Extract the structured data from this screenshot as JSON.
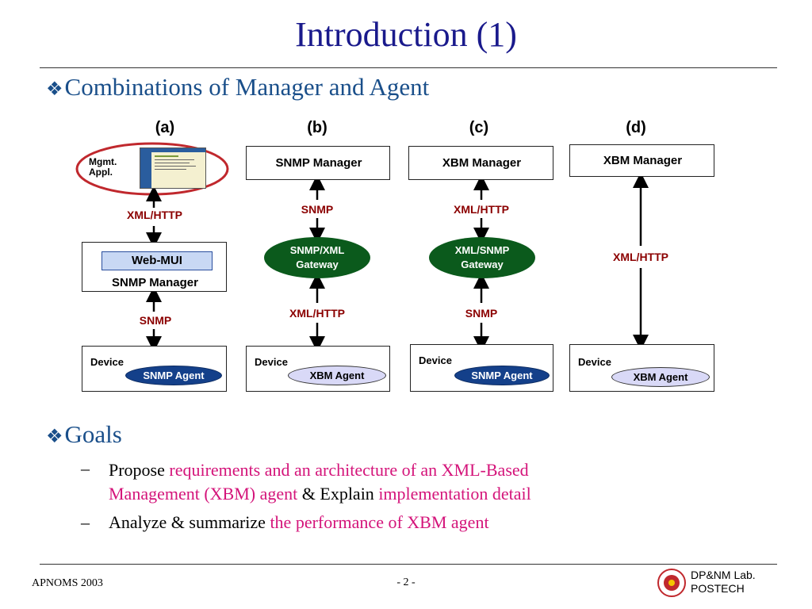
{
  "slide": {
    "title": "Introduction (1)",
    "bullet1": "Combinations of Manager and Agent",
    "bullet2": "Goals",
    "diagram": {
      "col_a": {
        "label": "(a)",
        "app_label": "Mgmt. Appl.",
        "proto_top": "XML/HTTP",
        "webmui": "Web-MUI",
        "manager": "SNMP Manager",
        "proto_bottom": "SNMP",
        "device": "Device",
        "agent": "SNMP Agent"
      },
      "col_b": {
        "label": "(b)",
        "manager": "SNMP Manager",
        "proto_top": "SNMP",
        "gateway_line1": "SNMP/XML",
        "gateway_line2": "Gateway",
        "proto_bottom": "XML/HTTP",
        "device": "Device",
        "agent": "XBM Agent"
      },
      "col_c": {
        "label": "(c)",
        "manager": "XBM Manager",
        "proto_top": "XML/HTTP",
        "gateway_line1": "XML/SNMP",
        "gateway_line2": "Gateway",
        "proto_bottom": "SNMP",
        "device": "Device",
        "agent": "SNMP Agent"
      },
      "col_d": {
        "label": "(d)",
        "manager": "XBM Manager",
        "proto": "XML/HTTP",
        "device": "Device",
        "agent": "XBM Agent"
      }
    },
    "goals": {
      "g1_dash": "–",
      "g1_a": "Propose ",
      "g1_b": "requirements and an architecture of an XML-Based",
      "g1_c": "Management (XBM) agent",
      "g1_d": " & Explain ",
      "g1_e": "implementation detail",
      "g2_dash": "–",
      "g2_a": "Analyze & summarize ",
      "g2_b": "the performance of XBM agent"
    },
    "footer": {
      "left": "APNOMS 2003",
      "center": "- 2 -",
      "right_line1": "DP&NM Lab.",
      "right_line2": "POSTECH"
    },
    "colors": {
      "title": "#1a1a8c",
      "bullet": "#1a4f8a",
      "protocol": "#8b0000",
      "highlight": "#d4147a",
      "gateway": "#0b5a1c",
      "agent_dark": "#14408a",
      "agent_light": "#d9d9f7",
      "circle": "#c0282d"
    }
  }
}
